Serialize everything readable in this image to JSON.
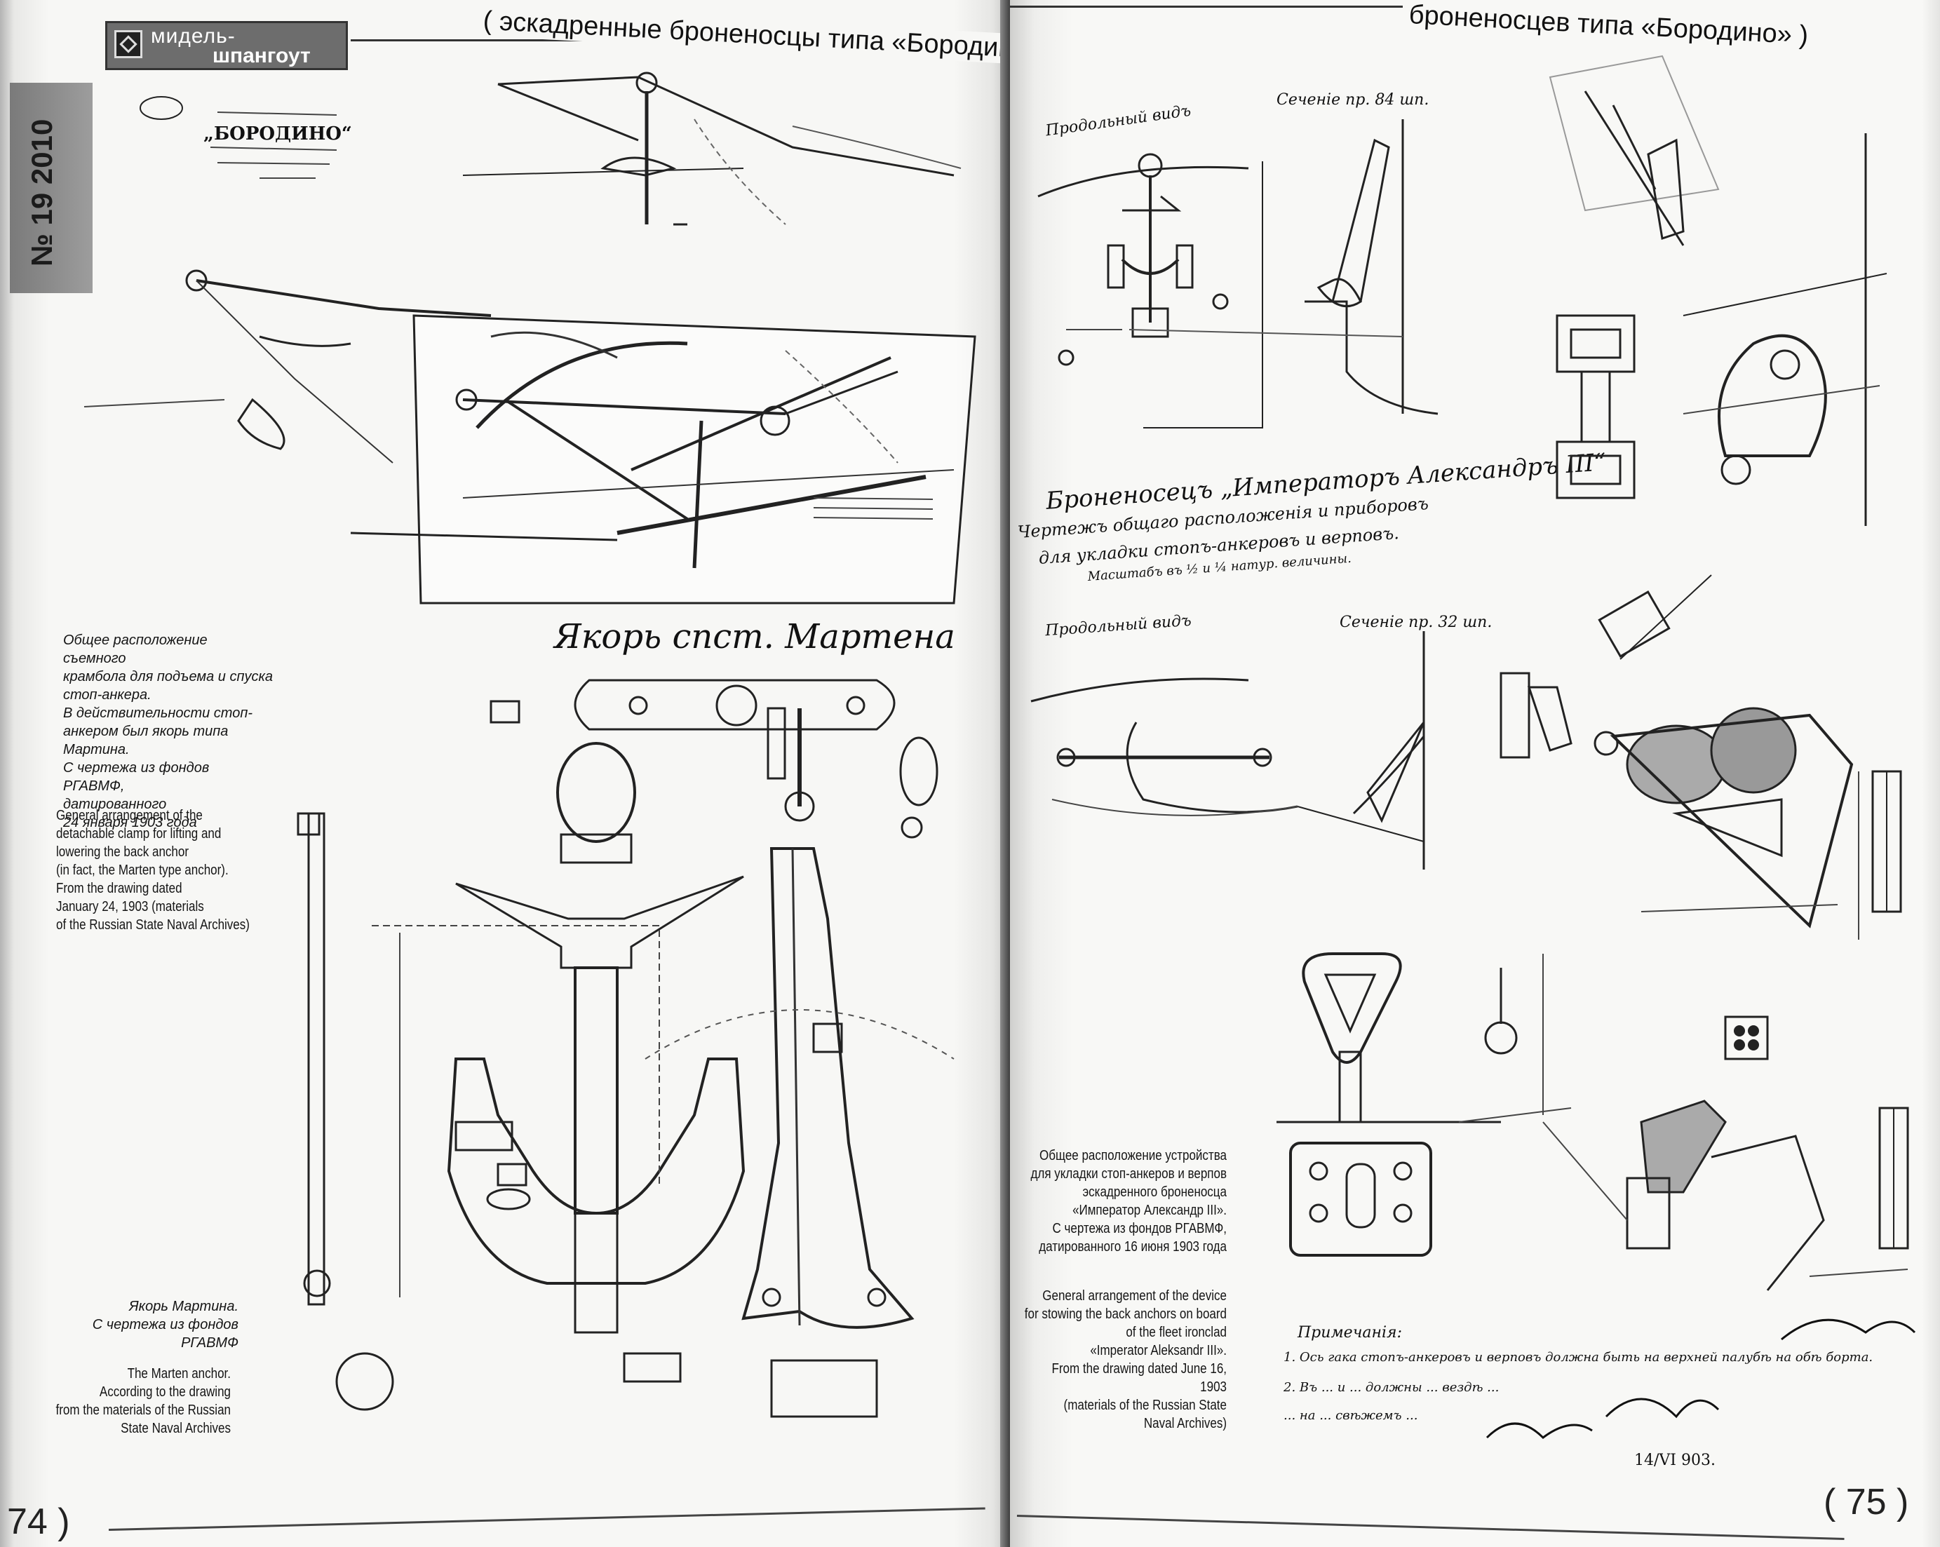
{
  "header": {
    "logo_line1": "мидель-",
    "logo_line2": "шпангоут",
    "title_left": "( эскадренные броненосцы типа «Бородино» )",
    "title_right": "броненосцев типа «Бородино» )",
    "issue": "№ 19 2010"
  },
  "left_page": {
    "page_number": "74 )",
    "stamp_title": "„БОРОДИНО“",
    "drawing_title": "Якорь спст. Мартена",
    "caption_clamp_ru": [
      "Общее расположение съемного",
      "крамбола для подъема и спуска",
      "стоп-анкера.",
      "В действительности стоп-",
      "анкером был якорь типа Мартина.",
      "С чертежа из фондов РГАВМФ,",
      "датированного",
      "24 января 1903 года"
    ],
    "caption_clamp_en": [
      "General arrangement of the",
      "detachable clamp for lifting and",
      "lowering the back anchor",
      "(in fact, the Marten type anchor).",
      "From the drawing dated",
      "January 24, 1903 (materials",
      "of the Russian State Naval Archives)"
    ],
    "caption_anchor_ru": [
      "Якорь Мартина.",
      "С чертежа из фондов РГАВМФ"
    ],
    "caption_anchor_en": [
      "The Marten anchor.",
      "According to the drawing",
      "from the materials of the Russian",
      "State Naval Archives"
    ]
  },
  "right_page": {
    "page_number": "( 75 )",
    "drawing_title_line1": "Броненосецъ „Императоръ Александръ III“",
    "drawing_title_line2": "Чертежъ общаго расположенія и приборовъ",
    "drawing_title_line3": "для укладки стопъ-анкеровъ и верповъ.",
    "drawing_scale": "Масштабъ въ ½ и ¼ натур. величины.",
    "view_front": "Продольный видъ",
    "section_84": "Сеченіе пр. 84 шп.",
    "section_32": "Сеченіе пр. 32 шп.",
    "notes_title": "Примечанія:",
    "notes": [
      "1.  Ось гака стопъ-анкеровъ и верповъ должна быть на верхней палубѣ на обѣ борта.",
      "2.  Въ ...  и ... должны ... вездѣ ...",
      "    ... на ...  свѣжемъ ..."
    ],
    "signature_date": "14/VI 903.",
    "caption_device_ru": [
      "Общее расположение устройства",
      "для укладки стоп-анкеров и верпов",
      "эскадренного броненосца",
      "«Император Александр III».",
      "С чертежа из фондов РГАВМФ,",
      "датированного 16 июня 1903 года"
    ],
    "caption_device_en": [
      "General arrangement of the device",
      "for stowing the back anchors on board",
      "of the fleet ironclad",
      "«Imperator Aleksandr III».",
      "From the drawing dated June 16, 1903",
      "(materials of the Russian State",
      "Naval Archives)"
    ]
  }
}
